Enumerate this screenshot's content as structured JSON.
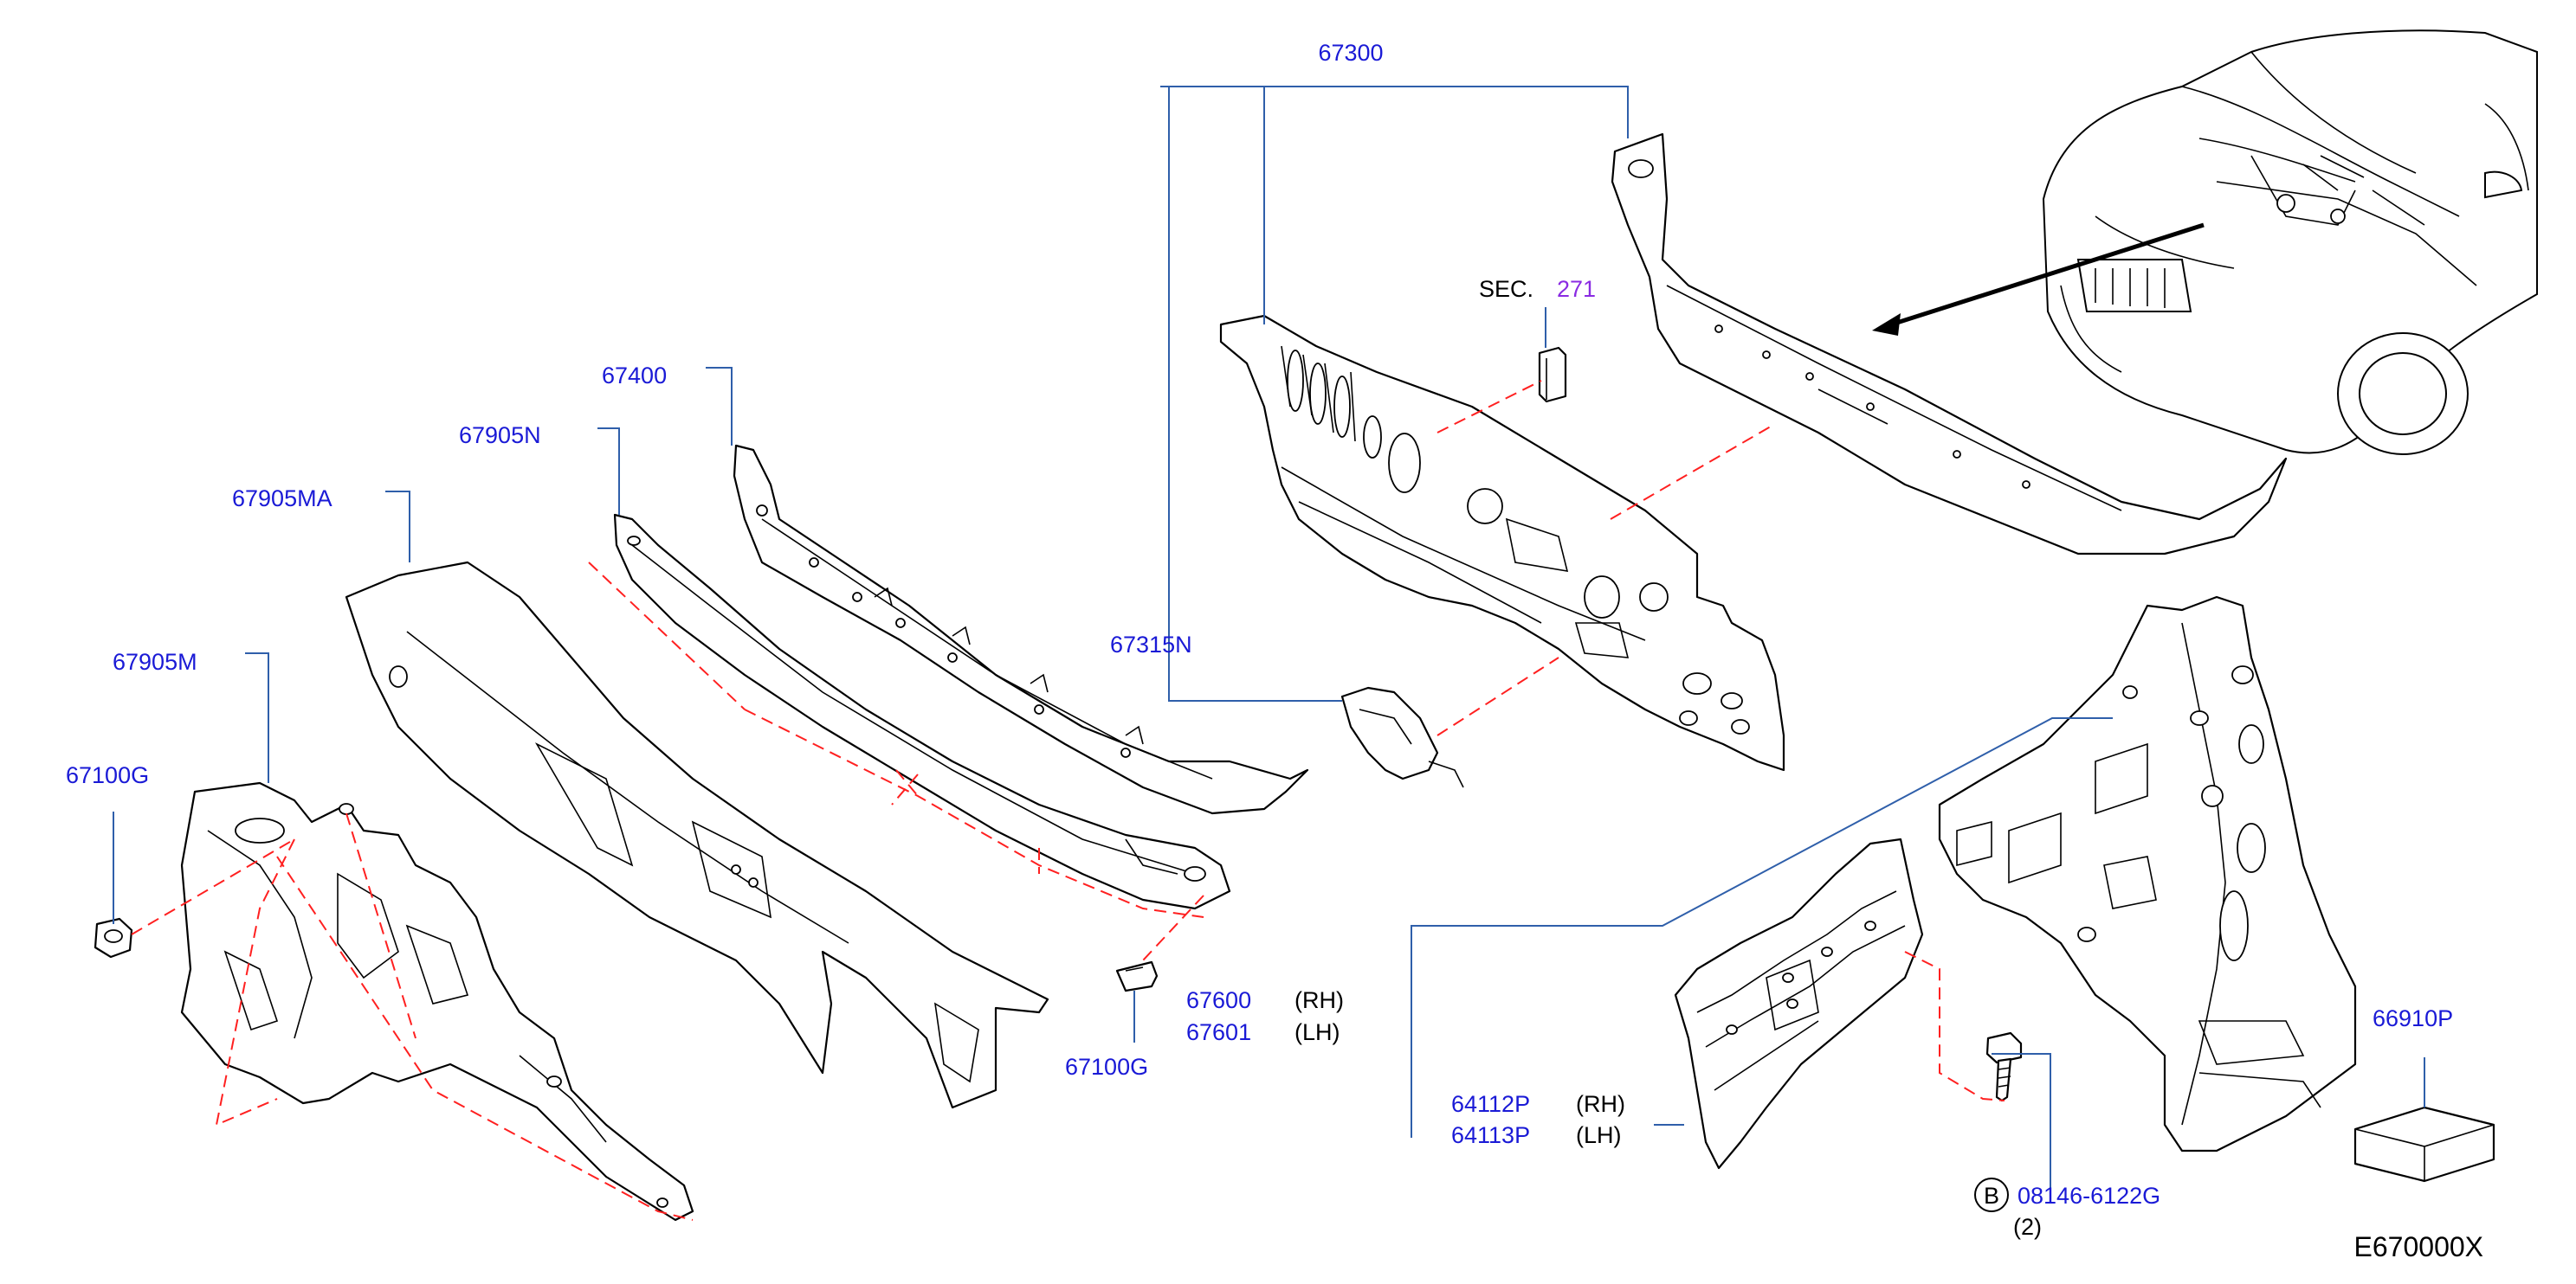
{
  "labels": {
    "p67300": "67300",
    "sec_prefix": "SEC.",
    "sec_num": "271",
    "p67400": "67400",
    "p67905N": "67905N",
    "p67905MA": "67905MA",
    "p67905M": "67905M",
    "p67100G_left": "67100G",
    "p67315N": "67315N",
    "p67100G_bottom": "67100G",
    "p67600": "67600",
    "p67600_side": "(RH)",
    "p67601": "67601",
    "p67601_side": "(LH)",
    "p64112P": "64112P",
    "p64112P_side": "(RH)",
    "p64113P": "64113P",
    "p64113P_side": "(LH)",
    "p66910P": "66910P",
    "bolt_circle": "B",
    "bolt_num": "08146-6122G",
    "bolt_qty": "(2)",
    "diagram_code": "E670000X"
  },
  "colors": {
    "part_number": "#1a1ad6",
    "section_ref": "#8a2be2",
    "leader_line": "#2f5faa",
    "dashed_guide": "#ff2020"
  }
}
